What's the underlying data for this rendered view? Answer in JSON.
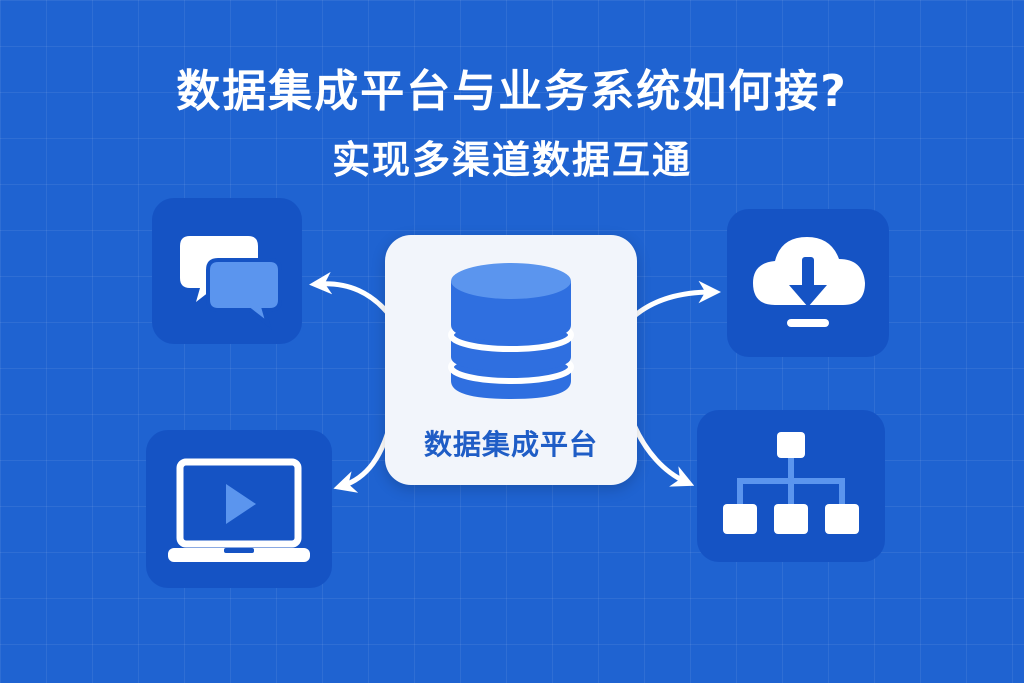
{
  "title": {
    "main": "数据集成平台与业务系统如何接?",
    "sub": "实现多渠道数据互通"
  },
  "center": {
    "label": "数据集成平台",
    "icon": "database-icon"
  },
  "nodes": [
    {
      "icon": "chat-bubbles-icon"
    },
    {
      "icon": "laptop-video-icon"
    },
    {
      "icon": "cloud-download-icon"
    },
    {
      "icon": "hierarchy-icon"
    }
  ],
  "colors": {
    "background": "#1f63d1",
    "tile": "#1553c4",
    "card": "#f2f5fb",
    "accent": "#2f6fe0",
    "light_accent": "#5b95ee",
    "arrow": "#ffffff"
  }
}
